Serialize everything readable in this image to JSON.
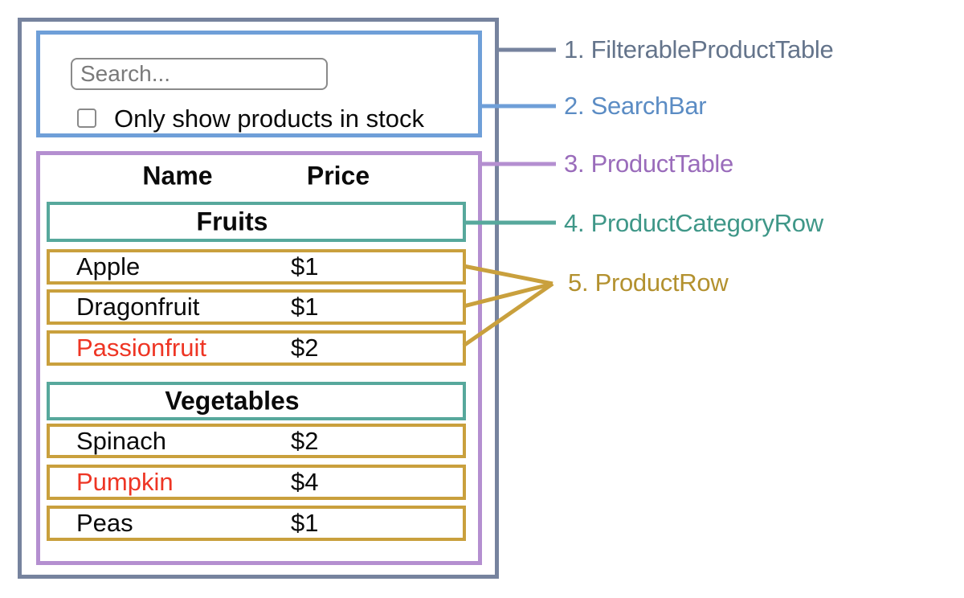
{
  "search_bar": {
    "input_placeholder": "Search...",
    "checkbox_label": "Only show products in stock",
    "checkbox_checked": false
  },
  "product_table": {
    "headers": {
      "name": "Name",
      "price": "Price"
    },
    "sections": [
      {
        "category": "Fruits",
        "rows": [
          {
            "name": "Apple",
            "price": "$1",
            "out_of_stock": false
          },
          {
            "name": "Dragonfruit",
            "price": "$1",
            "out_of_stock": false
          },
          {
            "name": "Passionfruit",
            "price": "$2",
            "out_of_stock": true
          }
        ]
      },
      {
        "category": "Vegetables",
        "rows": [
          {
            "name": "Spinach",
            "price": "$2",
            "out_of_stock": false
          },
          {
            "name": "Pumpkin",
            "price": "$4",
            "out_of_stock": true
          },
          {
            "name": "Peas",
            "price": "$1",
            "out_of_stock": false
          }
        ]
      }
    ]
  },
  "legend": {
    "items": [
      {
        "text": "1. FilterableProductTable"
      },
      {
        "text": "2. SearchBar"
      },
      {
        "text": "3. ProductTable"
      },
      {
        "text": "4. ProductCategoryRow"
      },
      {
        "text": "5. ProductRow"
      }
    ]
  },
  "colors": {
    "filterable_product_table_border": "#76839e",
    "search_bar_border": "#6f9fd8",
    "product_table_border": "#b48fd0",
    "product_category_row_border": "#57a89c",
    "product_row_border": "#c9a03d",
    "out_of_stock_text": "#ee3524",
    "legend_filterable_product_table": "#64748b",
    "legend_search_bar": "#5b8cc4",
    "legend_product_table": "#9a6cbb",
    "legend_product_category_row": "#3f9788",
    "legend_product_row": "#b3912f"
  }
}
